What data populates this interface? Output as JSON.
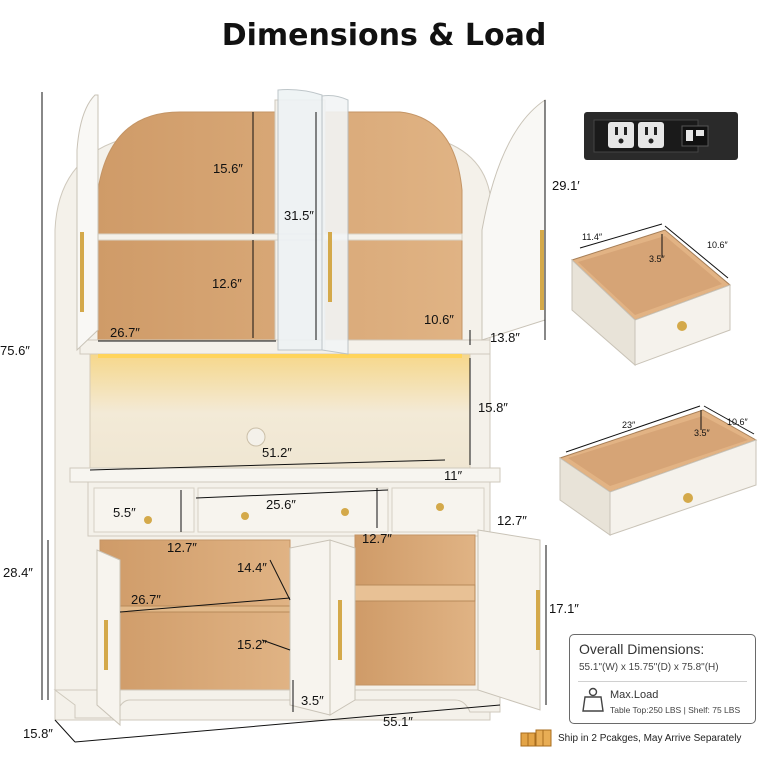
{
  "title": "Dimensions & Load",
  "dimensions": {
    "total_height": "75.6″",
    "arch_section_height": "29.1′",
    "upper_shelf_height": "15.6″",
    "door_height": "31.5″",
    "lower_upper_shelf_height": "12.6″",
    "upper_width": "26.7″",
    "upper_side_depth": "10.6″",
    "upper_depth": "13.8″",
    "open_area_height": "15.8″",
    "counter_width": "51.2″",
    "counter_depth": "11″",
    "drawer_small_height": "5.5″",
    "drawer_wide_width": "25.6″",
    "drawer_depth_left": "12.7″",
    "drawer_depth_mid": "12.7″",
    "drawer_depth_right": "12.7″",
    "base_height": "28.4″",
    "lower_shelf_height": "14.4″",
    "lower_width": "26.7″",
    "lower_bottom_height": "15.2″",
    "cabinet_right_height": "17.1″",
    "foot_height": "3.5″",
    "overall_width": "55.1″",
    "overall_depth": "15.8″"
  },
  "drawer_small": {
    "width": "11.4″",
    "depth": "10.6″",
    "height": "3.5″"
  },
  "drawer_large": {
    "width": "23″",
    "depth": "10.6″",
    "height": "3.5″"
  },
  "overall": {
    "heading": "Overall Dimensions:",
    "detail": "55.1\"(W) x 15.75\"(D) x 75.8\"(H)",
    "max_load_label": "Max.Load",
    "max_load_detail": "Table Top:250 LBS | Shelf: 75 LBS"
  },
  "shipping": {
    "text": "Ship in 2 Pcakges, May Arrive Separately",
    "icon": "package-boxes-icon"
  },
  "colors": {
    "wood": "#d9a878",
    "cabinet": "#f4f1ea",
    "hardware": "#d4a94a",
    "outlet": "#222222"
  }
}
